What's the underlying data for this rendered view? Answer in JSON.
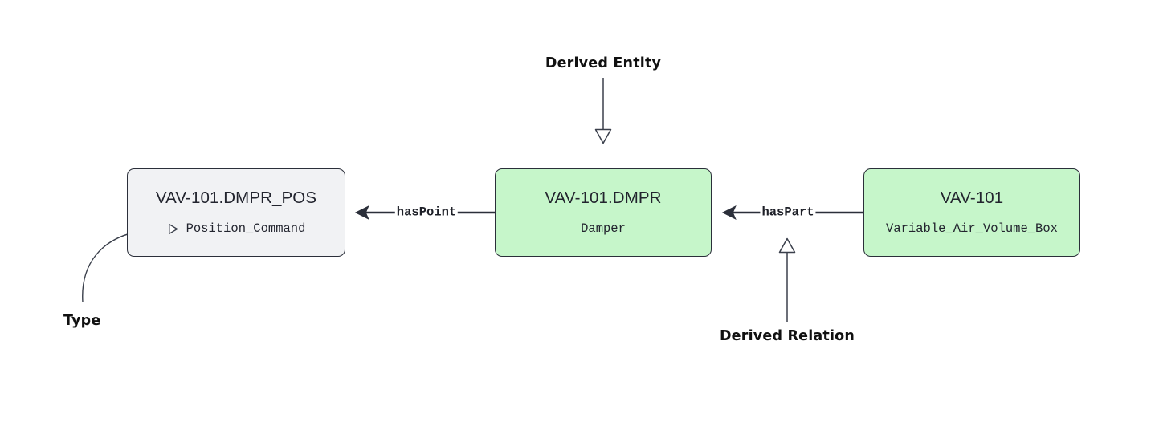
{
  "diagram": {
    "title": "Brick derived entity diagram",
    "colors": {
      "derived_fill": "#c6f6ca",
      "point_fill": "#f1f2f4",
      "stroke": "#2b2f3a",
      "text": "#22242e",
      "annotation": "#111111"
    },
    "nodes": [
      {
        "id": "point",
        "title": "VAV-101.DMPR_POS",
        "type_label": "Position_Command",
        "fill": "point_fill",
        "derived": false,
        "has_type_marker": true
      },
      {
        "id": "damper",
        "title": "VAV-101.DMPR",
        "type_label": "Damper",
        "fill": "derived_fill",
        "derived": true,
        "has_type_marker": false
      },
      {
        "id": "vav",
        "title": "VAV-101",
        "type_label": "Variable_Air_Volume_Box",
        "fill": "derived_fill",
        "derived": false,
        "has_type_marker": false
      }
    ],
    "edges": [
      {
        "id": "haspoint",
        "label": "hasPoint",
        "from": "damper",
        "to": "point",
        "direction": "left"
      },
      {
        "id": "haspart",
        "label": "hasPart",
        "from": "vav",
        "to": "damper",
        "direction": "left"
      }
    ],
    "annotations": [
      {
        "id": "derived-entity",
        "text": "Derived Entity",
        "marker": "triangle-down",
        "points_to": "damper"
      },
      {
        "id": "derived-relation",
        "text": "Derived Relation",
        "marker": "triangle-up",
        "points_to": "haspart"
      },
      {
        "id": "type",
        "text": "Type",
        "marker": "curve",
        "points_to": "point"
      }
    ]
  }
}
